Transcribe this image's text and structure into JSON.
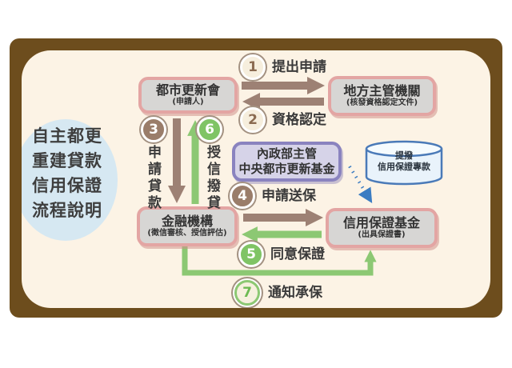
{
  "title_blob": {
    "lines": [
      "自主都更",
      "重建貸款",
      "信用保證",
      "流程說明"
    ]
  },
  "nodes": {
    "urban_renewal_assoc": {
      "title": "都市更新會",
      "subtitle": "(申請人)"
    },
    "local_authority": {
      "title": "地方主管機關",
      "subtitle": "(核發資格認定文件)"
    },
    "moi_fund": {
      "line1": "內政部主管",
      "line2": "中央都市更新基金"
    },
    "fund_reserve": {
      "line1": "提撥",
      "line2": "信用保證專款"
    },
    "financial_institution": {
      "title": "金融機構",
      "subtitle": "(徵信審核、授信評估)"
    },
    "credit_guarantee_fund": {
      "title": "信用保證基金",
      "subtitle": "(出具保證書)"
    }
  },
  "steps": [
    {
      "num": "1",
      "label": "提出申請"
    },
    {
      "num": "2",
      "label": "資格認定"
    },
    {
      "num": "3",
      "label": "申請貸款"
    },
    {
      "num": "4",
      "label": "申請送保"
    },
    {
      "num": "5",
      "label": "同意保證"
    },
    {
      "num": "6",
      "label": "授信撥貸"
    },
    {
      "num": "7",
      "label": "通知承保"
    }
  ],
  "colors": {
    "frame_brown": "#6d4d1d",
    "background_cream": "#fcf3e5",
    "blob_blue": "#d6e8f2",
    "box_border_pink": "#e3a5a3",
    "box_fill_gray": "#d7d6d4",
    "purple_border": "#8a83bf",
    "purple_fill": "#d6d3e8",
    "arrow_brown": "#9d8174",
    "arrow_green": "#8cc873",
    "dashed_arrow_blue": "#3b7cc2",
    "cylinder_stroke": "#4a7ab8",
    "cylinder_fill": "#e9f3fb"
  }
}
